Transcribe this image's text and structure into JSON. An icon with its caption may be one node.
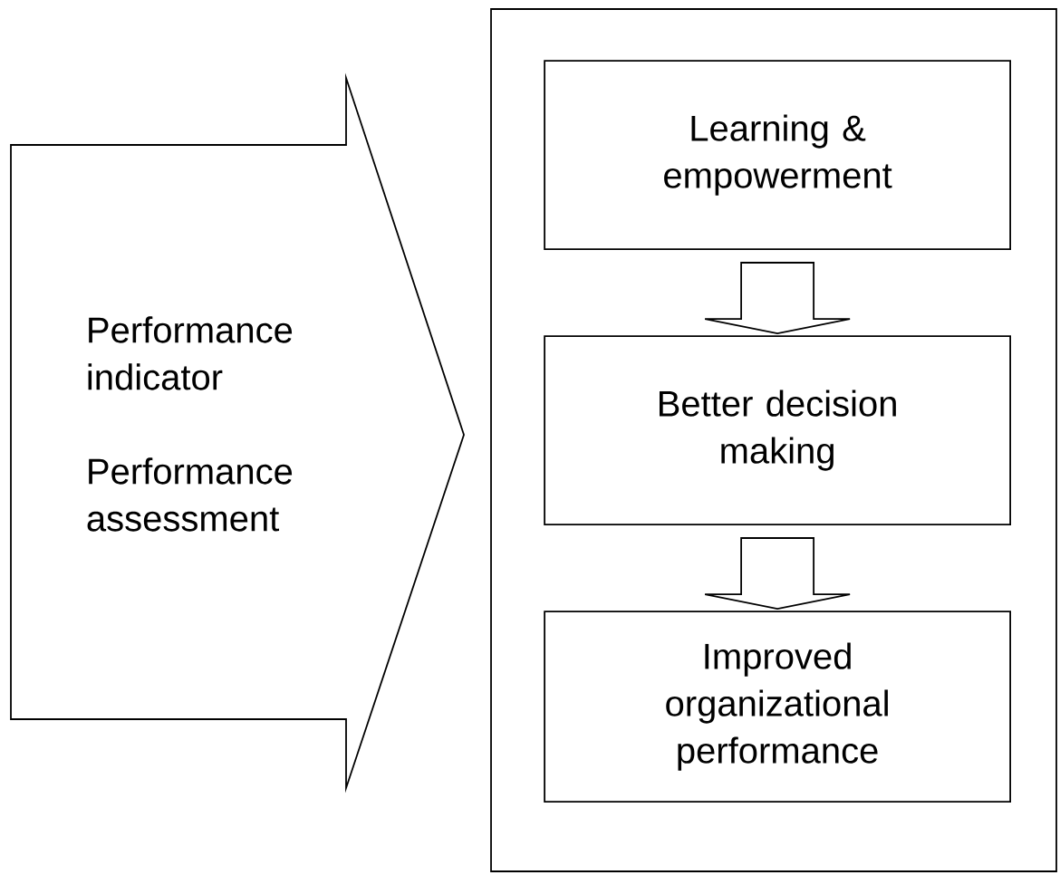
{
  "diagram": {
    "nodes": [
      {
        "text": [
          "Performance indicator",
          "Performance assessment"
        ]
      },
      {
        "text": [],
        "shape": "box"
      },
      {
        "text": [
          "Learning & empowerment"
        ],
        "in": 1
      },
      {
        "text": [
          "Better decision making"
        ],
        "in": 1
      },
      {
        "text": [
          "Improved organizational performance"
        ],
        "in": 1
      }
    ],
    "edges": [
      {
        "from": 2,
        "to": 3,
        "arrow": "to"
      },
      {
        "from": 3,
        "to": 4,
        "arrow": "to"
      }
    ]
  }
}
